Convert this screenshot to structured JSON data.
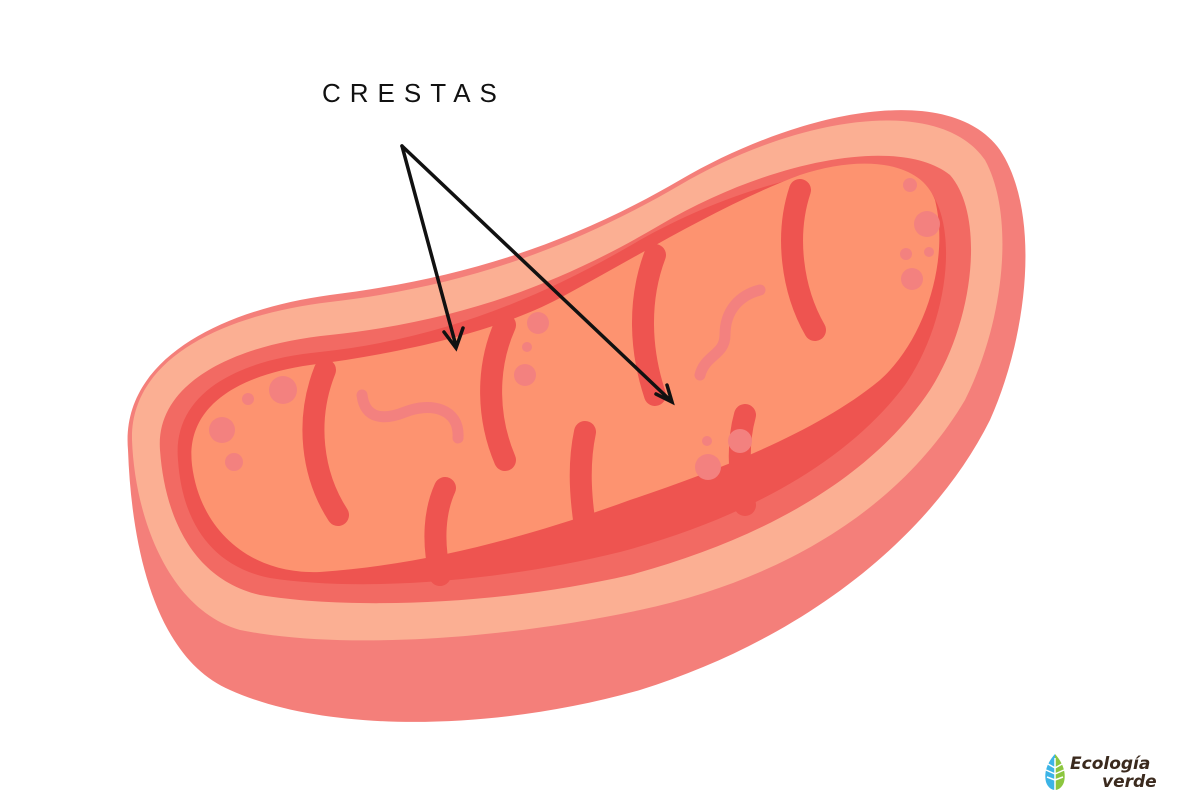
{
  "diagram": {
    "label": "CRESTAS",
    "colors": {
      "outer_membrane": "#F47F7A",
      "rim": "#FBAF93",
      "intermembrane": "#F26A63",
      "inner_membrane": "#EE5450",
      "matrix": "#FD9370",
      "granules": "#F3817F",
      "arrow": "#111111"
    }
  },
  "logo": {
    "line1": "Ecología",
    "line2": "verde"
  }
}
